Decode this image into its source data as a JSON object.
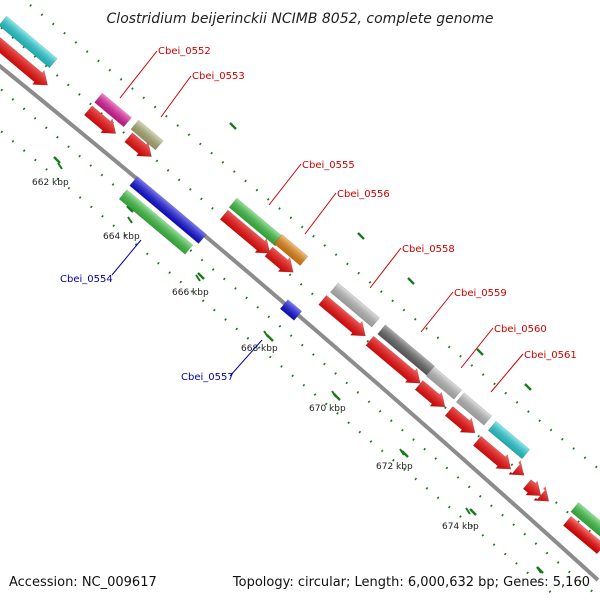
{
  "title": "Clostridium beijerinckii NCIMB 8052, complete genome",
  "accession": "Accession: NC_009617",
  "summary": "Topology: circular; Length: 6,000,632 bp; Genes: 5,160",
  "ticks": [
    "662 kbp",
    "664 kbp",
    "666 kbp",
    "668 kbp",
    "670 kbp",
    "672 kbp",
    "674 kbp"
  ],
  "gene_labels_forward": [
    "Cbei_0552",
    "Cbei_0553",
    "Cbei_0555",
    "Cbei_0556",
    "Cbei_0558",
    "Cbei_0559",
    "Cbei_0560",
    "Cbei_0561"
  ],
  "gene_labels_reverse": [
    "Cbei_0554",
    "Cbei_0557"
  ],
  "colors": {
    "forward_label": "#cc0000",
    "reverse_label": "#0000aa",
    "backbone": "#8c8c8c",
    "cds": "#ff0000",
    "tick": "#1a7a1a",
    "cyan": "#27d8df",
    "magenta": "#e81ca0",
    "khaki": "#b5b57a",
    "green": "#3fcb45",
    "orange": "#f08a10",
    "blue": "#1010e8",
    "light_gray": "#c4c4c4",
    "dark_gray": "#6b6b6b"
  }
}
